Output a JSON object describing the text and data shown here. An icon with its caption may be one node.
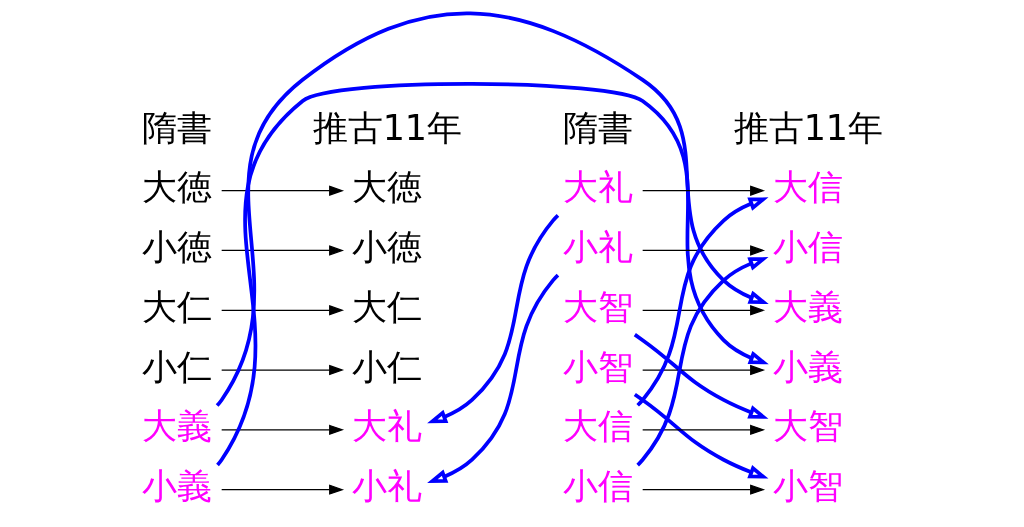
{
  "diagram": {
    "nodes": [
      {
        "text": [
          "大徳"
        ]
      },
      {
        "text": [
          "小徳"
        ]
      },
      {
        "text": [
          "大仁"
        ]
      },
      {
        "text": [
          "小仁"
        ]
      },
      {
        "text": [
          "大義"
        ]
      },
      {
        "text": [
          "小義"
        ]
      },
      {
        "text": [
          "大徳"
        ]
      },
      {
        "text": [
          "小徳"
        ]
      },
      {
        "text": [
          "大仁"
        ]
      },
      {
        "text": [
          "小仁"
        ]
      },
      {
        "text": [
          "大礼"
        ]
      },
      {
        "text": [
          "小礼"
        ]
      },
      {
        "text": [
          "大礼"
        ]
      },
      {
        "text": [
          "小礼"
        ]
      },
      {
        "text": [
          "大智"
        ]
      },
      {
        "text": [
          "小智"
        ]
      },
      {
        "text": [
          "大信"
        ]
      },
      {
        "text": [
          "小信"
        ]
      },
      {
        "text": [
          "大信"
        ]
      },
      {
        "text": [
          "小信"
        ]
      },
      {
        "text": [
          "大義"
        ]
      },
      {
        "text": [
          "小義"
        ]
      },
      {
        "text": [
          "大智"
        ]
      },
      {
        "text": [
          "小智"
        ]
      }
    ],
    "edges": [
      {
        "from": 0,
        "to": 6,
        "arrow": "to"
      },
      {
        "from": 1,
        "to": 7,
        "arrow": "to"
      },
      {
        "from": 2,
        "to": 8,
        "arrow": "to"
      },
      {
        "from": 3,
        "to": 9,
        "arrow": "to"
      },
      {
        "from": 4,
        "to": 10,
        "arrow": "to"
      },
      {
        "from": 5,
        "to": 11,
        "arrow": "to"
      },
      {
        "from": 12,
        "to": 18,
        "arrow": "to"
      },
      {
        "from": 13,
        "to": 19,
        "arrow": "to"
      },
      {
        "from": 14,
        "to": 20,
        "arrow": "to"
      },
      {
        "from": 15,
        "to": 21,
        "arrow": "to"
      },
      {
        "from": 16,
        "to": 22,
        "arrow": "to"
      },
      {
        "from": 17,
        "to": 23,
        "arrow": "to"
      },
      {
        "from": 4,
        "to": 20,
        "arrow": "to",
        "style": "thick",
        "color": "#0000ff"
      },
      {
        "from": 5,
        "to": 21,
        "arrow": "to",
        "style": "thick",
        "color": "#0000ff"
      },
      {
        "from": 12,
        "to": 10,
        "arrow": "to",
        "style": "thick",
        "color": "#0000ff"
      },
      {
        "from": 13,
        "to": 11,
        "arrow": "to",
        "style": "thick",
        "color": "#0000ff"
      },
      {
        "from": 16,
        "to": 18,
        "arrow": "to",
        "style": "thick",
        "color": "#0000ff"
      },
      {
        "from": 17,
        "to": 19,
        "arrow": "to",
        "style": "thick",
        "color": "#0000ff"
      },
      {
        "from": 14,
        "to": 22,
        "arrow": "to",
        "style": "thick",
        "color": "#0000ff"
      },
      {
        "from": 15,
        "to": 23,
        "arrow": "to",
        "style": "thick",
        "color": "#0000ff"
      }
    ],
    "labels": [
      "隋書",
      "推古11年",
      "隋書",
      "推古11年"
    ]
  }
}
